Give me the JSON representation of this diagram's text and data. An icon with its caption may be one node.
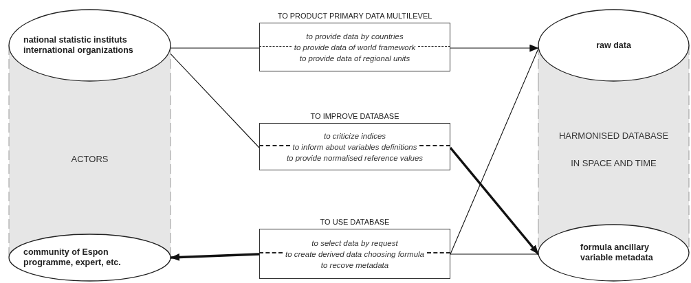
{
  "diagram": {
    "nodes": [
      {
        "text": [
          "ACTORS"
        ]
      },
      {
        "text": [
          "national statistic instituts international organizations"
        ]
      },
      {
        "text": [
          "community of Espon programme, expert, etc."
        ]
      },
      {
        "text": [
          "TO PRODUCT PRIMARY DATA MULTILEVEL",
          "to provide data by countries",
          "to provide data of world framework",
          "to provide data of regional  units"
        ]
      },
      {
        "text": [
          "TO IMPROVE DATABASE",
          "to criticize indices",
          "to inform about variables definitions",
          "to provide normalised reference values"
        ]
      },
      {
        "text": [
          "TO USE DATABASE",
          "to select data by request",
          "to create derived data choosing formula",
          "to recove metadata"
        ]
      },
      {
        "text": [
          "HARMONISED DATABASE",
          "IN SPACE AND TIME"
        ]
      },
      {
        "text": [
          "raw data"
        ]
      },
      {
        "text": [
          "formula ancillary variable metadata"
        ]
      }
    ],
    "edges": [
      {
        "from": 1,
        "to": 3,
        "arrow": "none"
      },
      {
        "from": 1,
        "to": 4,
        "arrow": "none"
      },
      {
        "from": 3,
        "to": 7,
        "arrow": "to"
      },
      {
        "from": 4,
        "to": 8,
        "arrow": "to",
        "style": "thick"
      },
      {
        "from": 8,
        "to": 5,
        "arrow": "none"
      },
      {
        "from": 7,
        "to": 5,
        "arrow": "none"
      },
      {
        "from": 5,
        "to": 2,
        "arrow": "to",
        "style": "thick"
      }
    ]
  }
}
